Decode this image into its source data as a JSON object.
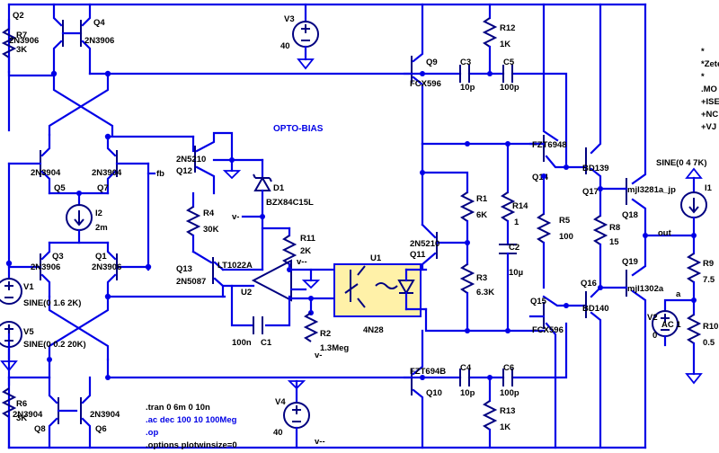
{
  "title": "OPTO-BIAS",
  "colors": {
    "wire": "#0000e6",
    "component": "#000080",
    "opto_fill": "#fff1a8",
    "text": "#000000"
  },
  "components": {
    "q2": {
      "ref": "Q2",
      "part": "2N3906"
    },
    "q4": {
      "ref": "Q4",
      "part": "2N3906"
    },
    "r7": {
      "ref": "R7",
      "value": "3K"
    },
    "q5": {
      "ref": "Q5",
      "part": "2N3904"
    },
    "q7": {
      "ref": "Q7",
      "part": "2N3904"
    },
    "i2": {
      "ref": "I2",
      "value": "2m"
    },
    "q3": {
      "ref": "Q3",
      "part": "2N3906"
    },
    "q1": {
      "ref": "Q1",
      "part": "2N3906"
    },
    "v1": {
      "ref": "V1",
      "value": "SINE(0 1.6 2K)"
    },
    "v5": {
      "ref": "V5",
      "value": "SINE(0 0.2 20K)"
    },
    "r6": {
      "ref": "R6",
      "value": "3K"
    },
    "q8": {
      "ref": "Q8",
      "part": "2N3904"
    },
    "q6": {
      "ref": "Q6",
      "part": "2N3904"
    },
    "q12": {
      "ref": "Q12",
      "part": "2N5210"
    },
    "d1": {
      "ref": "D1",
      "part": "BZX84C15L"
    },
    "r4": {
      "ref": "R4",
      "value": "30K"
    },
    "r11": {
      "ref": "R11",
      "value": "2K"
    },
    "q13": {
      "ref": "Q13",
      "part": "2N5087"
    },
    "u2": {
      "ref": "U2",
      "part": "LT1022A"
    },
    "c1": {
      "ref": "C1",
      "value": "100n"
    },
    "u1": {
      "ref": "U1",
      "part": "4N28"
    },
    "r2": {
      "ref": "R2",
      "value": "1.3Meg"
    },
    "v3": {
      "ref": "V3",
      "value": "40"
    },
    "v4": {
      "ref": "V4",
      "value": "40"
    },
    "q9": {
      "ref": "Q9",
      "part": "FCX596"
    },
    "q10": {
      "ref": "Q10",
      "part": "FZT694B"
    },
    "c3": {
      "ref": "C3",
      "value": "10p"
    },
    "c5": {
      "ref": "C5",
      "value": "100p"
    },
    "c4": {
      "ref": "C4",
      "value": "10p"
    },
    "c6": {
      "ref": "C6",
      "value": "100p"
    },
    "r12": {
      "ref": "R12",
      "value": "1K"
    },
    "r13": {
      "ref": "R13",
      "value": "1K"
    },
    "r1": {
      "ref": "R1",
      "value": "6K"
    },
    "r3": {
      "ref": "R3",
      "value": "6.3K"
    },
    "q11": {
      "ref": "Q11",
      "part": "2N5210"
    },
    "r14": {
      "ref": "R14",
      "value": "1"
    },
    "c2": {
      "ref": "C2",
      "value": "10µ"
    },
    "q14": {
      "ref": "Q14",
      "part": "FZT6948"
    },
    "q15": {
      "ref": "Q15",
      "part": "FCX596"
    },
    "r5": {
      "ref": "R5",
      "value": "100"
    },
    "q17": {
      "ref": "Q17",
      "part": "BD139"
    },
    "q16": {
      "ref": "Q16",
      "part": "BD140"
    },
    "r8": {
      "ref": "R8",
      "value": "15"
    },
    "q18": {
      "ref": "Q18",
      "part": "mjl3281a_jp"
    },
    "q19": {
      "ref": "Q19",
      "part": "mjl1302a"
    },
    "i1": {
      "ref": "I1",
      "value": "SINE(0 4 7K)"
    },
    "r9": {
      "ref": "R9",
      "value": "7.5"
    },
    "r10": {
      "ref": "R10",
      "value": "0.5"
    },
    "v2": {
      "ref": "V2",
      "value": "AC 1",
      "value2": "0"
    }
  },
  "nets": {
    "fb": "fb",
    "out": "out",
    "a": "a",
    "vminus": "v-",
    "vminus2": "v--"
  },
  "directives": {
    "tran": ".tran 0 6m 0 10n",
    "ac": ".ac dec 100 10 100Meg",
    "op": ".op",
    "options": ".options plotwinsize=0"
  },
  "right_text": [
    "*",
    "*Zete",
    "*",
    ".MO",
    "+ISE",
    "+NC",
    "+VJ"
  ]
}
